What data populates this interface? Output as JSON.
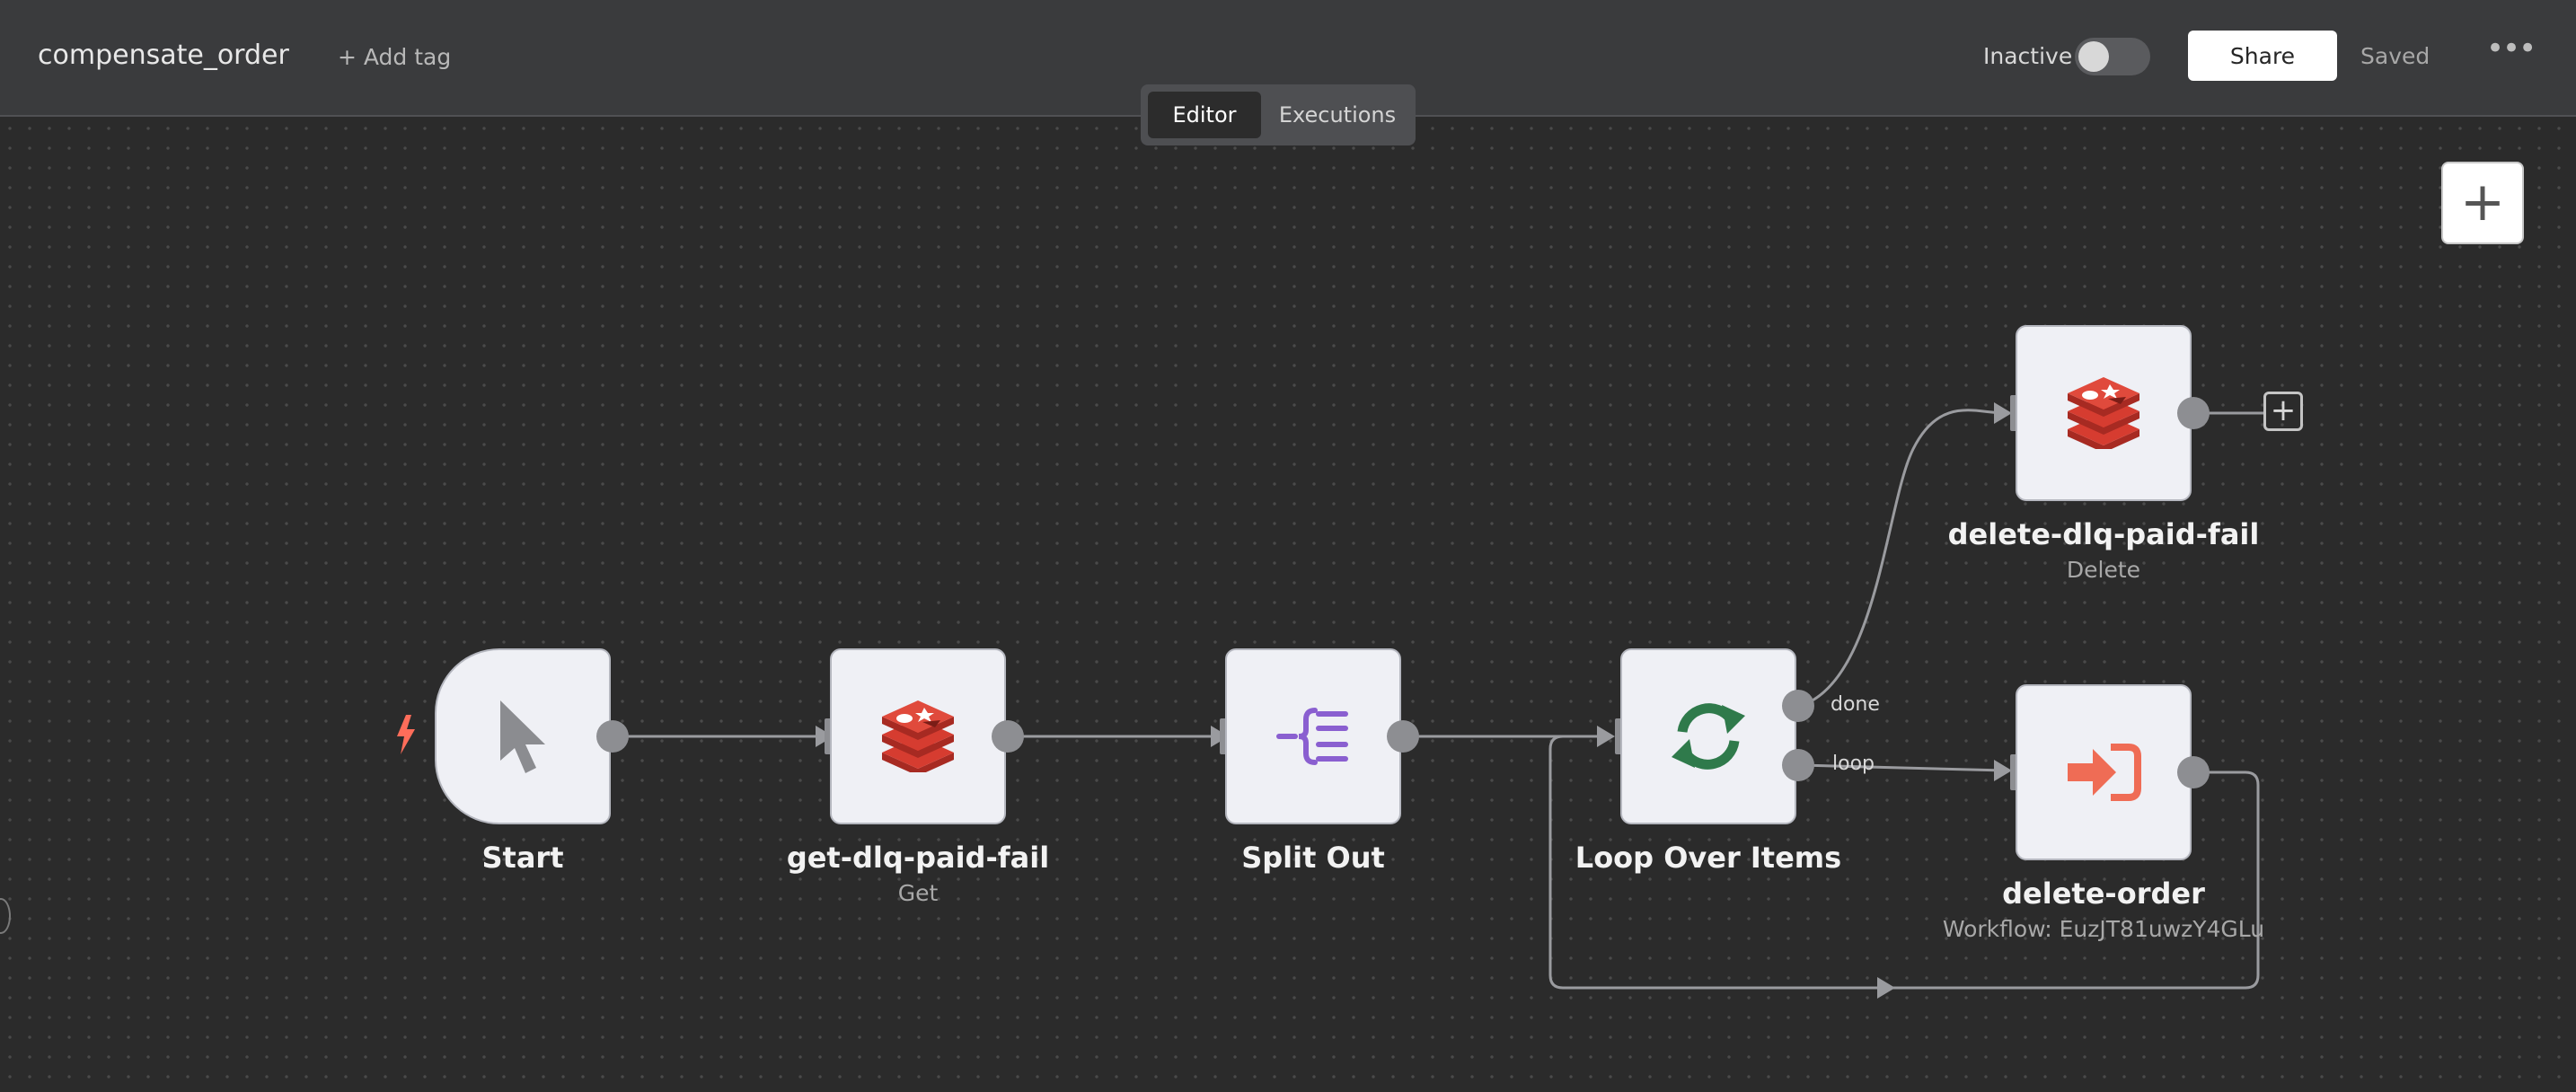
{
  "header": {
    "workflow_name": "compensate_order",
    "add_tag": "+ Add tag",
    "status_label": "Inactive",
    "share_label": "Share",
    "saved_label": "Saved",
    "more_label": "•••"
  },
  "tabs": [
    {
      "label": "Editor",
      "active": true
    },
    {
      "label": "Executions",
      "active": false
    }
  ],
  "canvas": {
    "zoom_plus": "+",
    "add_next": "+"
  },
  "nodes": {
    "start": {
      "label": "Start",
      "icon": "pointer-icon"
    },
    "get_dlq": {
      "label": "get-dlq-paid-fail",
      "sub": "Get",
      "icon": "redis-icon"
    },
    "split_out": {
      "label": "Split Out",
      "icon": "split-out-icon"
    },
    "loop": {
      "label": "Loop Over Items",
      "icon": "loop-icon"
    },
    "delete_dlq": {
      "label": "delete-dlq-paid-fail",
      "sub": "Delete",
      "icon": "redis-icon"
    },
    "delete_order": {
      "label": "delete-order",
      "sub": "Workflow: EuzJT81uwzY4GLu",
      "icon": "execute-workflow-icon"
    }
  },
  "branches": {
    "done": "done",
    "loop": "loop"
  },
  "colors": {
    "redis": "#c8352d",
    "split": "#8a5fd0",
    "loop": "#2f7a4b",
    "trigger": "#ff6d5a",
    "execute": "#ef6c55"
  }
}
